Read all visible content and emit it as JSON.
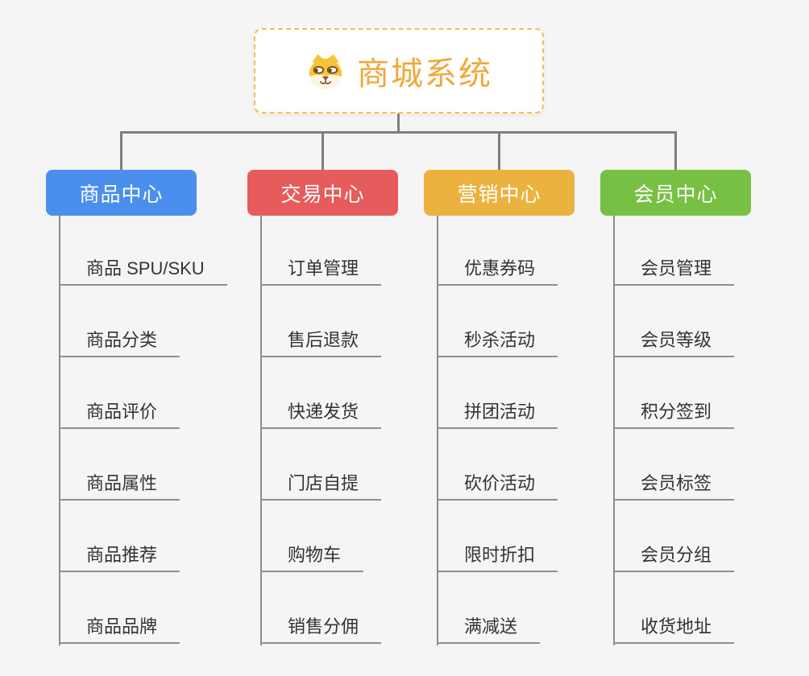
{
  "root": {
    "title": "商城系统",
    "icon": "shiba-dog-icon"
  },
  "branches": [
    {
      "label": "商品中心",
      "color": "#4a8fed",
      "items": [
        "商品 SPU/SKU",
        "商品分类",
        "商品评价",
        "商品属性",
        "商品推荐",
        "商品品牌"
      ]
    },
    {
      "label": "交易中心",
      "color": "#e65c5c",
      "items": [
        "订单管理",
        "售后退款",
        "快递发货",
        "门店自提",
        "购物车",
        "销售分佣"
      ]
    },
    {
      "label": "营销中心",
      "color": "#ecb23f",
      "items": [
        "优惠券码",
        "秒杀活动",
        "拼团活动",
        "砍价活动",
        "限时折扣",
        "满减送"
      ]
    },
    {
      "label": "会员中心",
      "color": "#77c044",
      "items": [
        "会员管理",
        "会员等级",
        "积分签到",
        "会员标签",
        "会员分组",
        "收货地址"
      ]
    }
  ],
  "colors": {
    "background": "#f5f5f5",
    "connector": "#7f7f7f",
    "item_line": "#8f8f8f",
    "item_text": "#333333",
    "root_text": "#f0a93c",
    "root_border": "#f3bc63",
    "branch_text": "#ffffff"
  }
}
